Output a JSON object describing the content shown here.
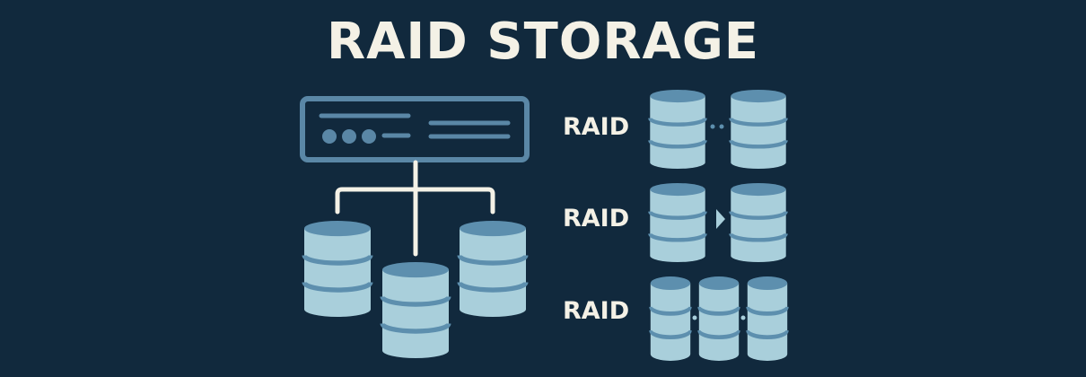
{
  "title": "RAID STORAGE",
  "raid_rows": [
    {
      "label": "RAID",
      "connector": "dots-icon"
    },
    {
      "label": "RAID",
      "connector": "arrow-right-icon"
    },
    {
      "label": "RAID",
      "connector": "dots-icon"
    }
  ],
  "colors": {
    "background": "#11293d",
    "title_text": "#f4f1e6",
    "server_stroke": "#5a87a6",
    "wire": "#f4f1e6",
    "disk_body": "#a9cfdb",
    "disk_top": "#5d8fae",
    "disk_band": "#5d8fae"
  },
  "icons": [
    "server-icon",
    "database-icon",
    "dots-icon",
    "arrow-right-icon"
  ]
}
